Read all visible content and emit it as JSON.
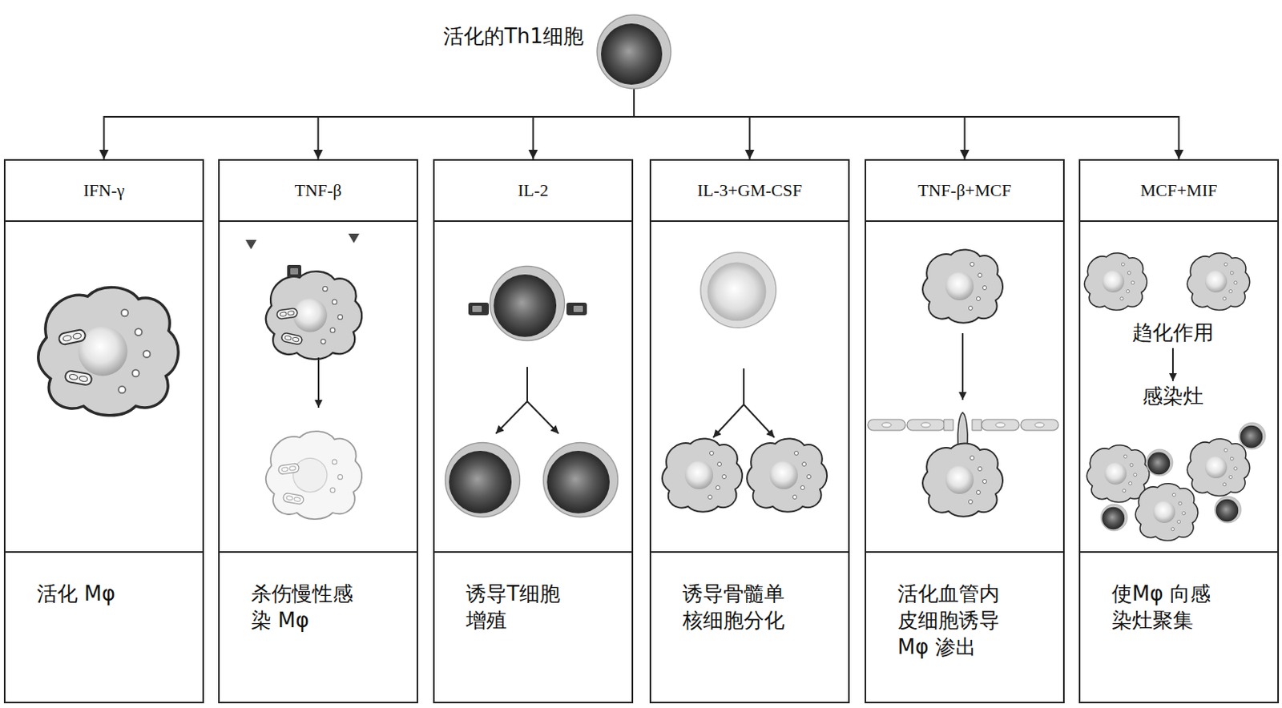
{
  "diagram": {
    "nodes": [
      {
        "text": [
          "活化的Th1细胞"
        ]
      },
      {
        "text": [
          "IFN-γ",
          "活化 Mφ"
        ]
      },
      {
        "text": [
          "TNF-β",
          "杀伤慢性感染 Mφ"
        ]
      },
      {
        "text": [
          "IL-2",
          "诱导T细胞增殖"
        ]
      },
      {
        "text": [
          "IL-3+GM-CSF",
          "诱导骨髓单核细胞分化"
        ]
      },
      {
        "text": [
          "TNF-β+MCF",
          "活化血管内皮细胞诱导 Mφ 渗出"
        ]
      },
      {
        "text": [
          "MCF+MIF",
          "使Mφ 向感染灶聚集"
        ]
      }
    ],
    "edges": [
      {
        "from": 0,
        "to": 1,
        "arrow": "to"
      },
      {
        "from": 0,
        "to": 2,
        "arrow": "to"
      },
      {
        "from": 0,
        "to": 3,
        "arrow": "to"
      },
      {
        "from": 0,
        "to": 4,
        "arrow": "to"
      },
      {
        "from": 0,
        "to": 5,
        "arrow": "to"
      },
      {
        "from": 0,
        "to": 6,
        "arrow": "to"
      }
    ],
    "labels": [
      "趋化作用",
      "感染灶"
    ]
  }
}
